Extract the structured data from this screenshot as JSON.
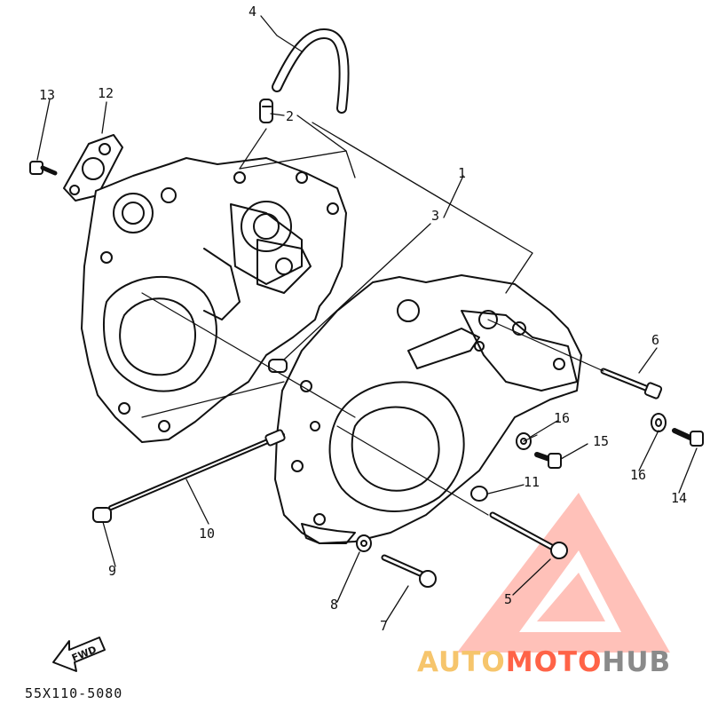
{
  "diagram": {
    "callouts": {
      "c1": "1",
      "c2": "2",
      "c3": "3",
      "c4": "4",
      "c5": "5",
      "c6": "6",
      "c7": "7",
      "c8": "8",
      "c9": "9",
      "c10": "10",
      "c11": "11",
      "c12": "12",
      "c13": "13",
      "c14": "14",
      "c15": "15",
      "c16a": "16",
      "c16b": "16"
    },
    "fwd_label": "FWD",
    "drawing_code": "55X110-5080"
  },
  "watermark": {
    "part1": "AUTO",
    "part2": "MOTO",
    "part3": "HUB",
    "colors": {
      "auto": "#f6c56c",
      "moto": "#ff6347",
      "hub": "#8a8a8a"
    }
  }
}
